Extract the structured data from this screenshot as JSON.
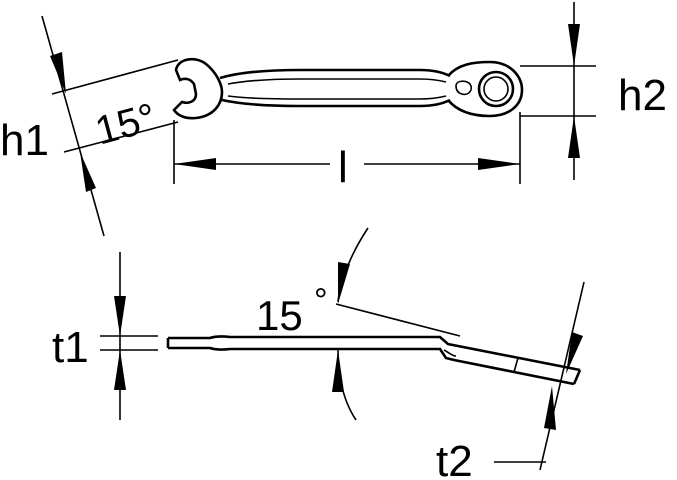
{
  "diagram": {
    "labels": {
      "h1": "h1",
      "h2": "h2",
      "l": "l",
      "angle_top": "15°",
      "angle_side": "15",
      "degree_mark": "°",
      "t1": "t1",
      "t2": "t2"
    },
    "colors": {
      "ink": "#000000",
      "background": "#ffffff"
    }
  }
}
